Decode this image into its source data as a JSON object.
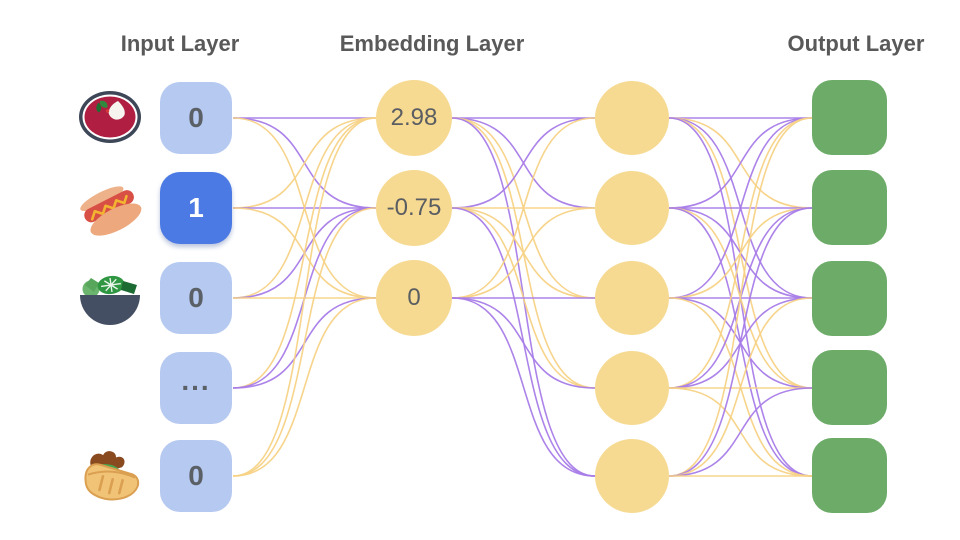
{
  "titles": {
    "input": "Input Layer",
    "embedding": "Embedding Layer",
    "output": "Output Layer"
  },
  "input": {
    "nodes": [
      {
        "icon": "soup-bowl-icon",
        "value": "0",
        "active": false
      },
      {
        "icon": "hot-dog-icon",
        "value": "1",
        "active": true
      },
      {
        "icon": "salad-bowl-icon",
        "value": "0",
        "active": false
      },
      {
        "icon": "none",
        "value": "...",
        "active": false
      },
      {
        "icon": "pita-icon",
        "value": "0",
        "active": false
      }
    ]
  },
  "embedding": {
    "nodes": [
      {
        "value": "2.98"
      },
      {
        "value": "-0.75"
      },
      {
        "value": "0"
      }
    ]
  },
  "hidden": {
    "count": 5
  },
  "output": {
    "count": 5
  },
  "colors": {
    "background": "#ffffff",
    "title_text": "#595959",
    "input_node": "#b5c9f1",
    "input_node_active": "#4b7ae4",
    "input_value": "#5b5f66",
    "input_value_active": "#ffffff",
    "embedding_node": "#f6da92",
    "embedding_value": "#5a5d61",
    "hidden_node": "#f6da92",
    "output_node": "#6dab69",
    "edge_purple": "#a87ce8",
    "edge_yellow": "#f7d285"
  },
  "edges": {
    "color_legend": {
      "P": "purple",
      "Y": "yellow"
    },
    "input_to_embedding": [
      [
        "P",
        "P",
        "Y"
      ],
      [
        "Y",
        "P",
        "Y"
      ],
      [
        "Y",
        "P",
        "Y"
      ],
      [
        "Y",
        "P",
        "P"
      ],
      [
        "Y",
        "Y",
        "Y"
      ]
    ],
    "embedding_to_hidden": [
      [
        "P",
        "P",
        "Y",
        "Y",
        "P"
      ],
      [
        "P",
        "Y",
        "Y",
        "Y",
        "P"
      ],
      [
        "Y",
        "Y",
        "P",
        "P",
        "P"
      ]
    ],
    "hidden_to_output": [
      [
        "P",
        "Y",
        "P",
        "Y",
        "P"
      ],
      [
        "P",
        "P",
        "P",
        "Y",
        "P"
      ],
      [
        "P",
        "Y",
        "P",
        "P",
        "Y"
      ],
      [
        "Y",
        "P",
        "P",
        "Y",
        "Y"
      ],
      [
        "Y",
        "P",
        "Y",
        "P",
        "Y"
      ]
    ]
  }
}
